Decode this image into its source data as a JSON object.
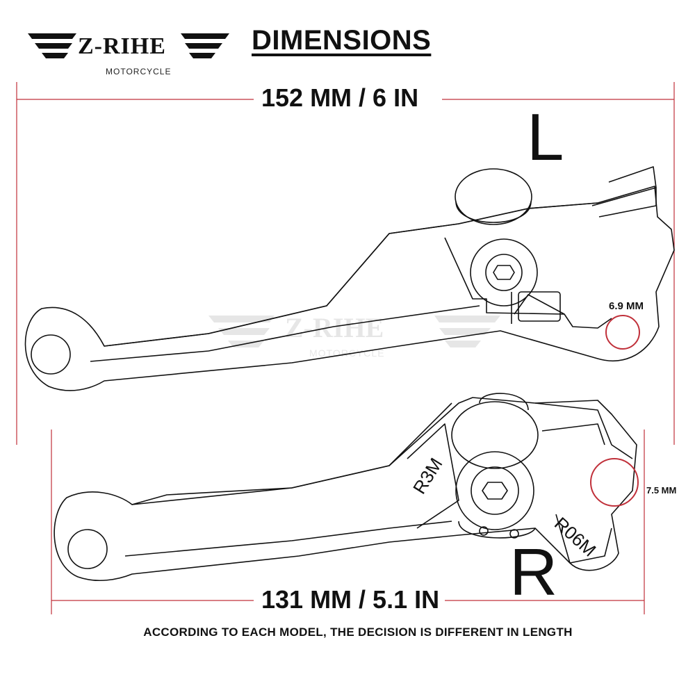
{
  "logo": {
    "brand": "Z-RIHE",
    "subtitle": "MOTORCYCLE"
  },
  "title": "DIMENSIONS",
  "dimensions": {
    "top_length": "152 MM / 6 IN",
    "bottom_length": "131 MM / 5.1 IN",
    "left_hole": "6.9 MM",
    "right_hole": "7.5 MM"
  },
  "labels": {
    "left": "L",
    "right": "R"
  },
  "engravings": {
    "right_a": "R3M",
    "right_b": "R06M"
  },
  "watermark": {
    "brand": "Z-RIHE",
    "subtitle": "MOTORCYCLE"
  },
  "note": "ACCORDING TO EACH MODEL, THE DECISION IS DIFFERENT IN LENGTH",
  "colors": {
    "dimension_line": "#c0303a",
    "outline": "#111111",
    "watermark": "#777777"
  }
}
